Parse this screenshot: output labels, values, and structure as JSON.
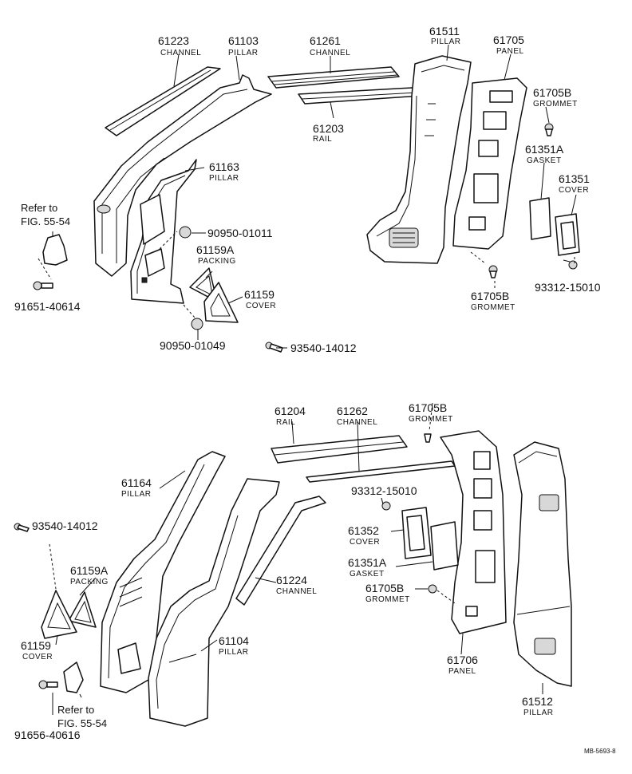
{
  "upper": [
    {
      "id": "p61223",
      "number": "61223",
      "name": "CHANNEL"
    },
    {
      "id": "p61103",
      "number": "61103",
      "name": "PILLAR"
    },
    {
      "id": "p61261",
      "number": "61261",
      "name": "CHANNEL"
    },
    {
      "id": "p61511",
      "number": "61511",
      "name": "PILLAR"
    },
    {
      "id": "p61705",
      "number": "61705",
      "name": "PANEL"
    },
    {
      "id": "p61705b_top",
      "number": "61705B",
      "name": "GROMMET"
    },
    {
      "id": "p61203",
      "number": "61203",
      "name": "RAIL"
    },
    {
      "id": "p61163",
      "number": "61163",
      "name": "PILLAR"
    },
    {
      "id": "p61351a",
      "number": "61351A",
      "name": "GASKET"
    },
    {
      "id": "p61351",
      "number": "61351",
      "name": "COVER"
    },
    {
      "id": "p90950_01011",
      "number": "90950-01011",
      "name": ""
    },
    {
      "id": "p61159a_top",
      "number": "61159A",
      "name": "PACKING"
    },
    {
      "id": "p61159_top",
      "number": "61159",
      "name": "COVER"
    },
    {
      "id": "p93312_top",
      "number": "93312-15010",
      "name": ""
    },
    {
      "id": "p61705b_mid",
      "number": "61705B",
      "name": "GROMMET"
    },
    {
      "id": "p91651",
      "number": "91651-40614",
      "name": ""
    },
    {
      "id": "p90950_01049",
      "number": "90950-01049",
      "name": ""
    },
    {
      "id": "p93540_top",
      "number": "93540-14012",
      "name": ""
    }
  ],
  "lower": [
    {
      "id": "p61204",
      "number": "61204",
      "name": "RAIL"
    },
    {
      "id": "p61262",
      "number": "61262",
      "name": "CHANNEL"
    },
    {
      "id": "p61705b_low",
      "number": "61705B",
      "name": "GROMMET"
    },
    {
      "id": "p61164",
      "number": "61164",
      "name": "PILLAR"
    },
    {
      "id": "p93312_low",
      "number": "93312-15010",
      "name": ""
    },
    {
      "id": "p93540_low",
      "number": "93540-14012",
      "name": ""
    },
    {
      "id": "p61352",
      "number": "61352",
      "name": "COVER"
    },
    {
      "id": "p61351a_low",
      "number": "61351A",
      "name": "GASKET"
    },
    {
      "id": "p61159a_low",
      "number": "61159A",
      "name": "PACKING"
    },
    {
      "id": "p61224",
      "number": "61224",
      "name": "CHANNEL"
    },
    {
      "id": "p61705b_low2",
      "number": "61705B",
      "name": "GROMMET"
    },
    {
      "id": "p61104",
      "number": "61104",
      "name": "PILLAR"
    },
    {
      "id": "p61706",
      "number": "61706",
      "name": "PANEL"
    },
    {
      "id": "p61159_low",
      "number": "61159",
      "name": "COVER"
    },
    {
      "id": "p61512",
      "number": "61512",
      "name": "PILLAR"
    },
    {
      "id": "p91656",
      "number": "91656-40616",
      "name": ""
    }
  ],
  "refs": {
    "top_line1": "Refer to",
    "top_line2": "FIG. 55-54",
    "bottom_line1": "Refer to",
    "bottom_line2": "FIG. 55-54"
  },
  "footer_code": "MB-5693-8"
}
